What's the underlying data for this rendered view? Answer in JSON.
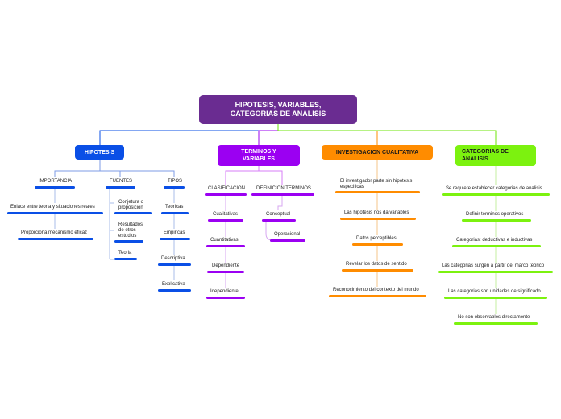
{
  "root": {
    "title": "HIPOTESIS, VARIABLES, CATEGORIAS DE ANALISIS",
    "color": "#6a2c91"
  },
  "branches": [
    {
      "id": "hipotesis",
      "label": "HIPOTESIS",
      "color": "#0a4fe6"
    },
    {
      "id": "terminos",
      "label": "TERMINOS Y VARIABLES",
      "color": "#9b00f2"
    },
    {
      "id": "investigacion",
      "label": "INVESTIGACION CUALITATIVA",
      "color": "#ff8c00"
    },
    {
      "id": "categorias",
      "label": "CATEGORIAS DE ANALISIS",
      "color": "#6ee60a"
    }
  ],
  "hipotesis": {
    "importancia": {
      "label": "IMPORTANCIA",
      "items": [
        "Enlace entre teoria y situaciones reales",
        "Proporciona mecanismo eficaz"
      ]
    },
    "fuentes": {
      "label": "FUENTES",
      "items": [
        "Conjetura o proposicion",
        "Resultados de otros estudios",
        "Teoria"
      ]
    },
    "tipos": {
      "label": "TIPOS",
      "items": [
        "Teoricas",
        "Empiricas",
        "Descriptiva",
        "Explicativa"
      ]
    }
  },
  "terminos": {
    "clasificacion": {
      "label": "CLASIFICACION",
      "items": [
        "Cualitativas",
        "Cuantitativas",
        "Dependiente",
        "Idependiente"
      ]
    },
    "definicion": {
      "label": "DEFINICION TERMINOS",
      "items": [
        "Conceptual",
        "Operacional"
      ]
    }
  },
  "investigacion": {
    "items": [
      "El investigador parte sin hipotesis especificas",
      "Las hipotesis nos da variables",
      "Datos perceptibles",
      "Revelar los datos de sentido",
      "Reconocimiento del contexto del mundo"
    ]
  },
  "categorias": {
    "items": [
      "Se requiere establecer categorias de analisis",
      "Definir terminos operativos",
      "Categorias: deductivas e inductivas",
      "Las categorias surgen a partir del marco teorico",
      "Las categorias son unidades de significado",
      "No son observables directamente"
    ]
  }
}
